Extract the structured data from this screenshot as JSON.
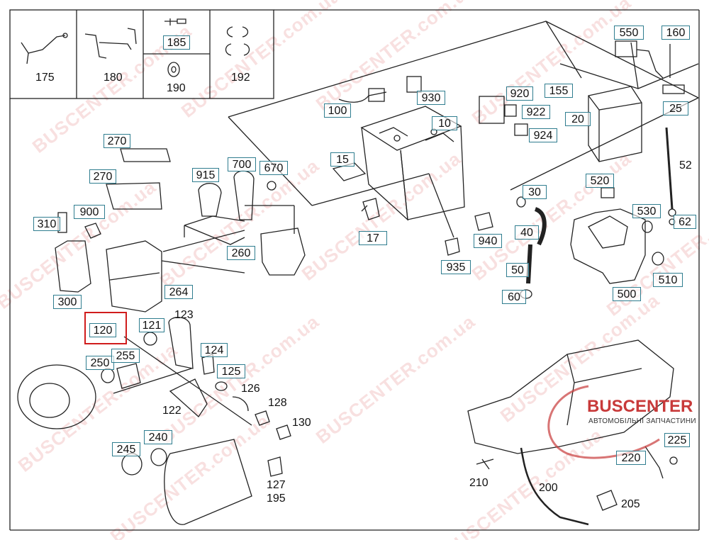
{
  "watermark": "BUSCENTER.com.ua",
  "brand": {
    "name": "BUSCENTER",
    "subtitle": "АВТОМОБІЛЬНІ ЗАПЧАСТИНИ"
  },
  "highlight_color": "#d01c1c",
  "box_color": "#2f7d8f",
  "parts": {
    "p175": "175",
    "p180": "180",
    "p185": "185",
    "p190": "190",
    "p192": "192",
    "p550": "550",
    "p160": "160",
    "p155": "155",
    "p25": "25",
    "p20": "20",
    "p100": "100",
    "p930": "930",
    "p920": "920",
    "p922": "922",
    "p924": "924",
    "p10": "10",
    "p15": "15",
    "p270a": "270",
    "p270b": "270",
    "p915": "915",
    "p700": "700",
    "p670": "670",
    "p52": "52",
    "p520": "520",
    "p530": "530",
    "p62": "62",
    "p30": "30",
    "p17": "17",
    "p940": "940",
    "p40": "40",
    "p310": "310",
    "p900": "900",
    "p260": "260",
    "p935": "935",
    "p50": "50",
    "p510": "510",
    "p500": "500",
    "p60": "60",
    "p300": "300",
    "p264": "264",
    "p120": "120",
    "p121": "121",
    "p123": "123",
    "p124": "124",
    "p125": "125",
    "p126": "126",
    "p250": "250",
    "p255": "255",
    "p122": "122",
    "p128": "128",
    "p130": "130",
    "p245": "245",
    "p240": "240",
    "p127": "127",
    "p195": "195",
    "p210": "210",
    "p200": "200",
    "p220": "220",
    "p225": "225",
    "p205": "205"
  }
}
